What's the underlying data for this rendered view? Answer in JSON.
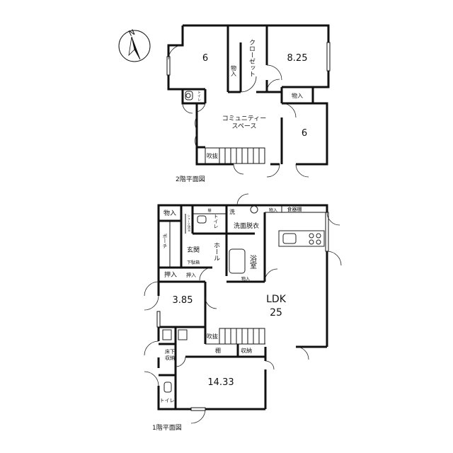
{
  "north_mark": {
    "letter": "N",
    "icon": "north-arrow-icon"
  },
  "floor2": {
    "caption": "2階平面図",
    "rooms": {
      "room_nw": "6",
      "closet": "クローゼット",
      "room_ne": "8.25",
      "storage_small": "物入",
      "storage_east": "物入",
      "toilet": "トイレ",
      "community_line1": "コミュニティー",
      "community_line2": "スペース",
      "room_se": "6",
      "void": "吹抜"
    }
  },
  "floor1": {
    "caption": "1階平面図",
    "rooms": {
      "storage_nw": "物入",
      "porch": "ポーチ",
      "shoe_box_tall": "シューズBOX",
      "shelf": "棚",
      "toilet": "トイレ",
      "wash_mark": "洗",
      "washroom": "洗面脱衣",
      "storage_top": "物入",
      "dish_shelf": "食器棚",
      "entrance": "玄関",
      "hall": "ホール",
      "bath": "浴室",
      "shoe_cabinet": "下駄箱",
      "storage_bath": "物入",
      "closet_a": "押入",
      "closet_b": "押入",
      "room_385": "3.85",
      "ldk_label": "LDK",
      "ldk_size": "25",
      "void": "吹抜",
      "shelf2": "棚",
      "storage_stair": "収納",
      "underfloor_line1": "床下",
      "underfloor_line2": "収納",
      "room_1433": "14.33",
      "toilet2": "トイレ"
    }
  }
}
